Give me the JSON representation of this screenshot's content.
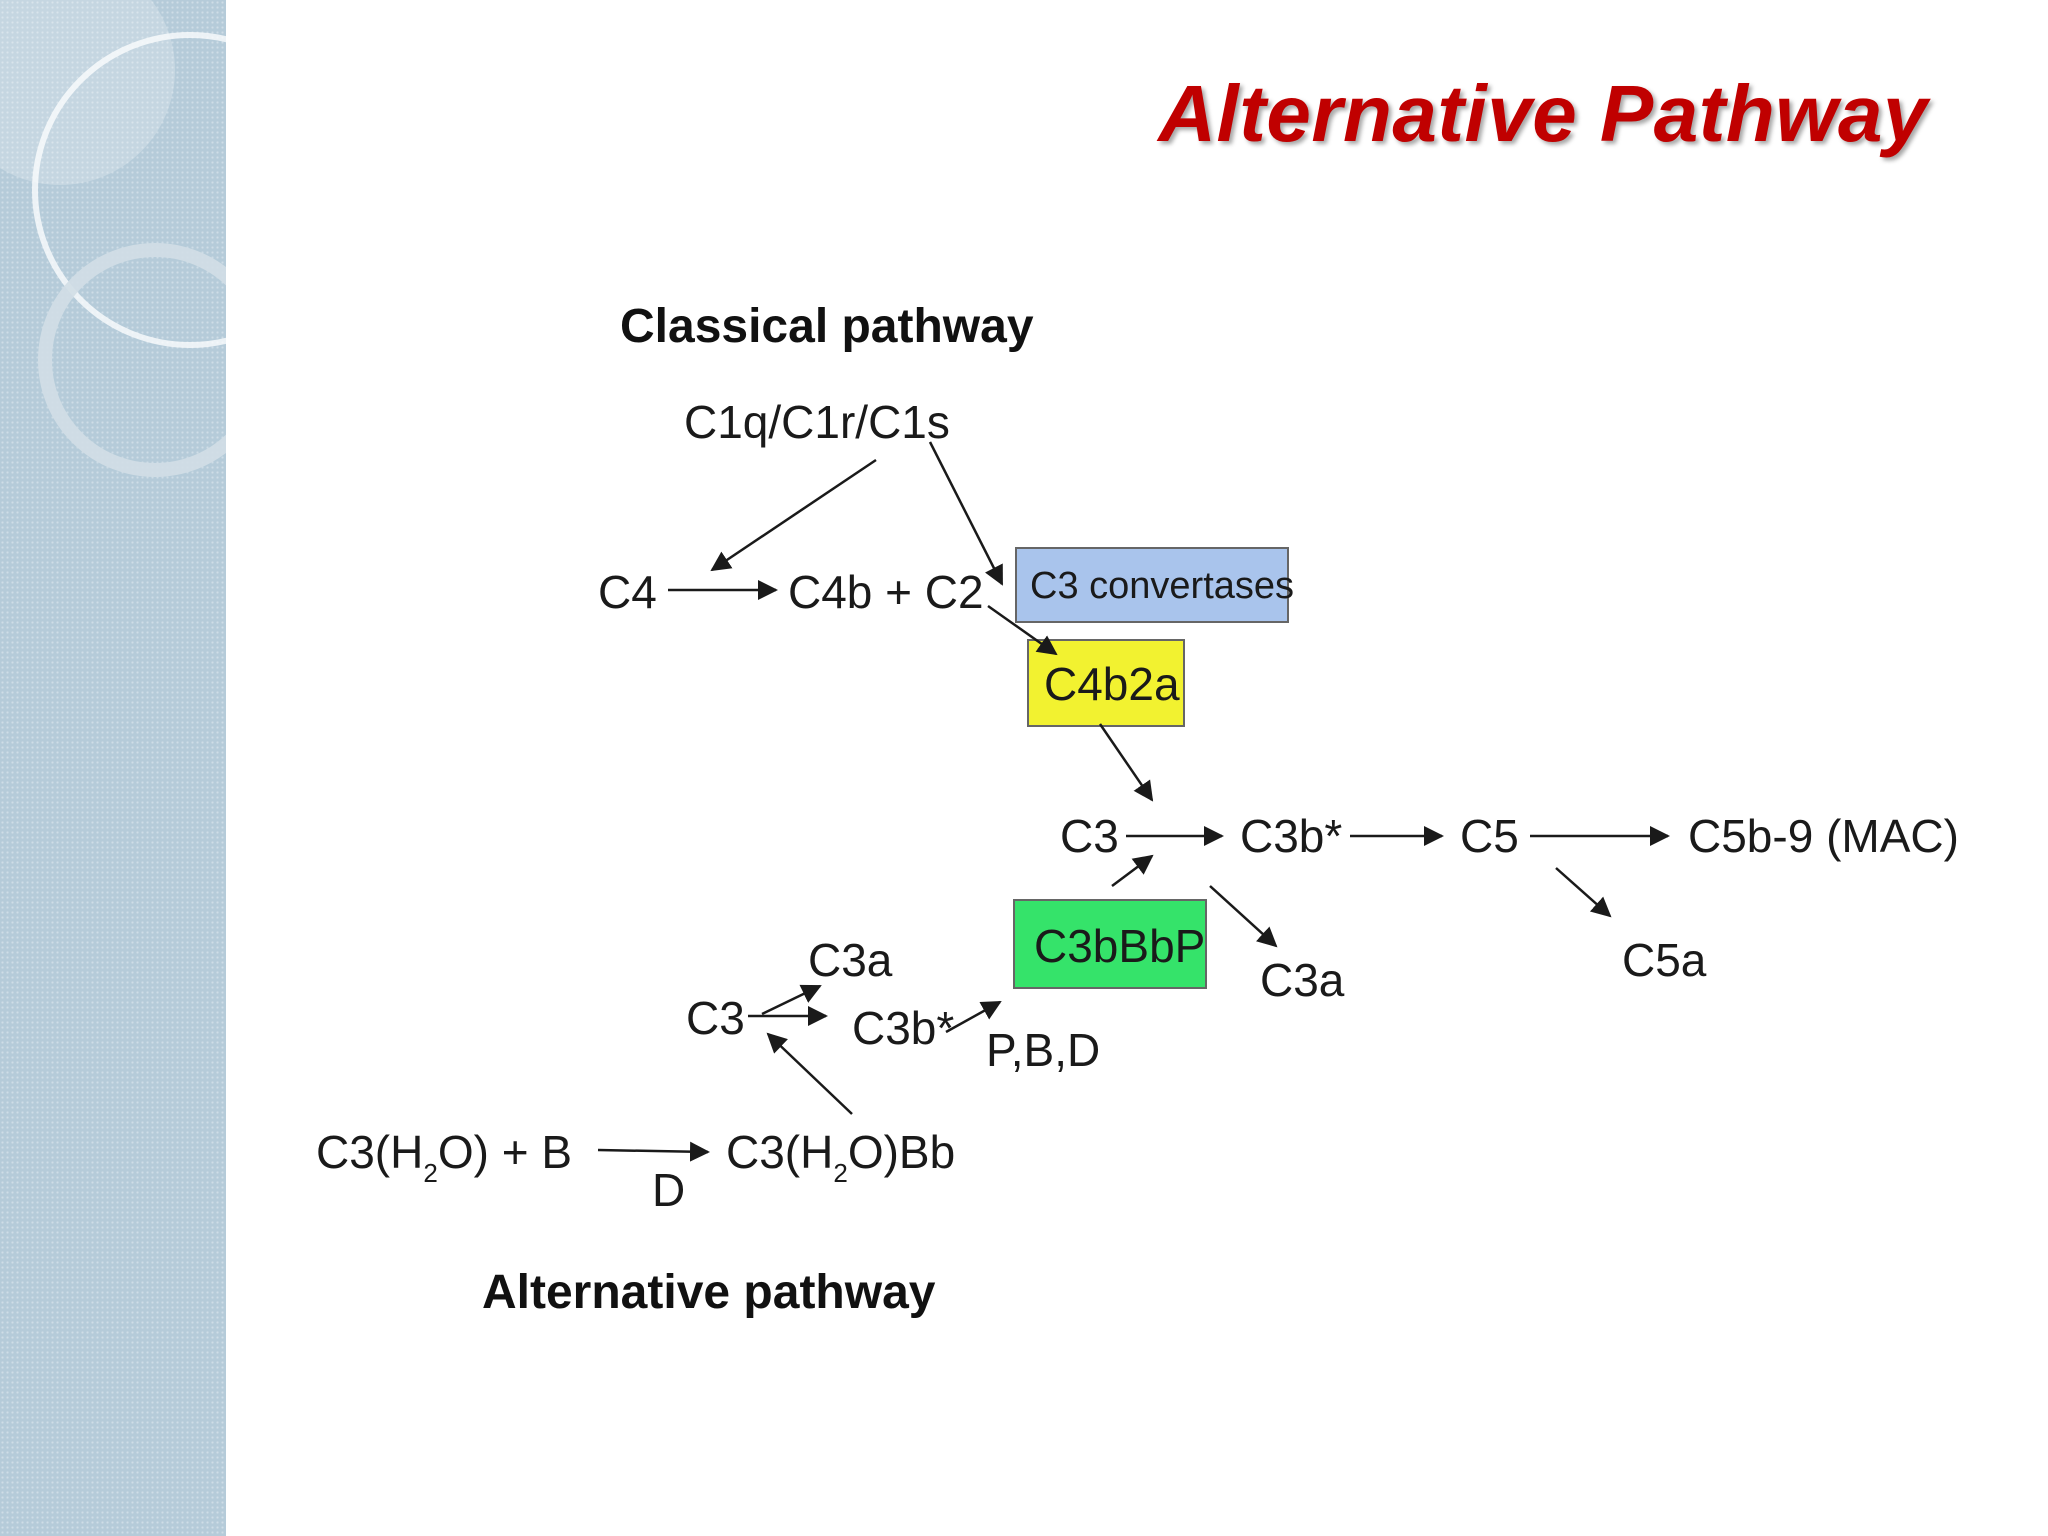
{
  "slide": {
    "title": "Alternative Pathway"
  },
  "colors": {
    "title": "#c00000",
    "sidebar": "#b5cbd9",
    "convertases_box": "#a9c4ec",
    "c4b2a_box": "#f2f230",
    "c3bbbp_box": "#35e36a"
  },
  "diagram": {
    "classical_header": "Classical pathway",
    "alternative_header": "Alternative pathway",
    "c1_complex": "C1q/C1r/C1s",
    "c4": "C4",
    "c4b_c2": "C4b + C2",
    "c3_convertases": "C3 convertases",
    "c4b2a": "C4b2a",
    "c3_main": "C3",
    "c3b_main": "C3b*",
    "c5": "C5",
    "mac": "C5b-9 (MAC)",
    "c3a_main": "C3a",
    "c5a": "C5a",
    "c3bbbp": "C3bBbP",
    "c3a_alt": "C3a",
    "c3_alt": "C3",
    "c3b_alt": "C3b*",
    "pbd": "P,B,D",
    "reactant": {
      "a": "C3(H",
      "sub": "2",
      "b": "O) + B"
    },
    "product": {
      "a": "C3(H",
      "sub": "2",
      "b": "O)Bb"
    },
    "factor_d": "D"
  }
}
